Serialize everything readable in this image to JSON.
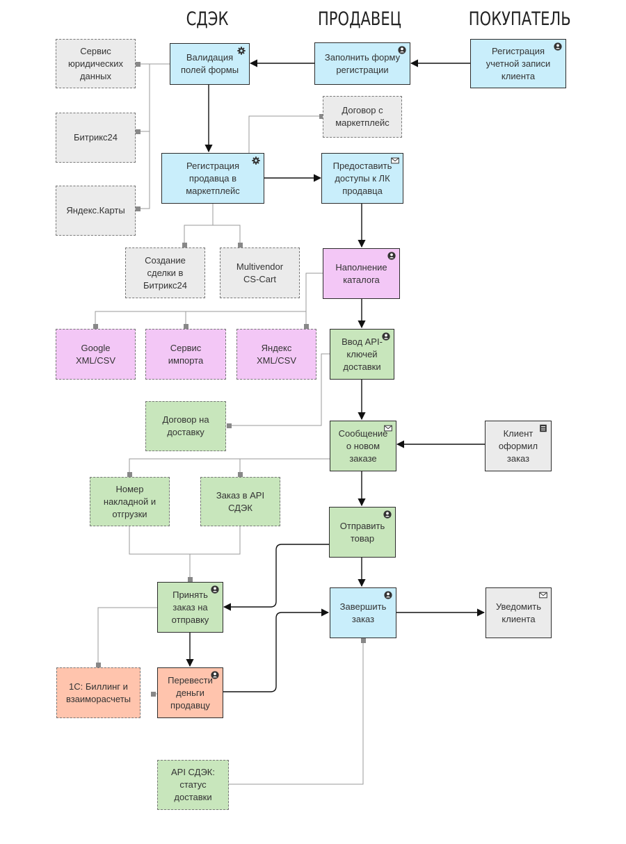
{
  "lanes": {
    "cdek": "СДЭК",
    "seller": "ПРОДАВЕЦ",
    "buyer": "ПОКУПАТЕЛЬ"
  },
  "nodes": {
    "n1": {
      "label": "Регистрация\nучетной записи\nклиента",
      "icon": "user-icon"
    },
    "n2": {
      "label": "Заполнить форму\nрегистрации",
      "icon": "user-icon"
    },
    "n3": {
      "label": "Валидация\nполей формы",
      "icon": "gear-icon"
    },
    "n4": {
      "label": "Сервис\nюридических\nданных"
    },
    "n5": {
      "label": "Битрикс24"
    },
    "n6": {
      "label": "Яндекс.Карты"
    },
    "n7": {
      "label": "Договор с\nмаркетплейс"
    },
    "n8": {
      "label": "Регистрация\nпродавца в\nмаркетплейс",
      "icon": "gear-icon"
    },
    "n9": {
      "label": "Предоставить\nдоступы к ЛК\nпродавца",
      "icon": "mail-icon"
    },
    "n10": {
      "label": "Создание\nсделки в\nБитрикс24"
    },
    "n11": {
      "label": "Multivendor\nCS-Cart"
    },
    "n12": {
      "label": "Наполнение\nкаталога",
      "icon": "user-icon"
    },
    "n13": {
      "label": "Google\nXML/CSV"
    },
    "n14": {
      "label": "Сервис\nимпорта"
    },
    "n15": {
      "label": "Яндекс\nXML/CSV"
    },
    "n16": {
      "label": "Ввод API-\nключей\nдоставки",
      "icon": "user-icon"
    },
    "n17": {
      "label": "Договор на\nдоставку"
    },
    "n18": {
      "label": "Сообщение\nо новом\nзаказе",
      "icon": "mail-icon"
    },
    "n19": {
      "label": "Клиент\nоформил\nзаказ",
      "icon": "document-icon"
    },
    "n20": {
      "label": "Номер\nнакладной и\nотгрузки"
    },
    "n21": {
      "label": "Заказ в API\nСДЭК"
    },
    "n22": {
      "label": "Отправить\nтовар",
      "icon": "user-icon"
    },
    "n23": {
      "label": "Принять\nзаказ на\nотправку",
      "icon": "user-icon"
    },
    "n24": {
      "label": "Завершить\nзаказ",
      "icon": "user-icon"
    },
    "n25": {
      "label": "Уведомить\nклиента",
      "icon": "mail-icon"
    },
    "n26": {
      "label": "1С: Биллинг и\nвзаиморасчеты"
    },
    "n27": {
      "label": "Перевести\nденьги\nпродавцу",
      "icon": "user-icon"
    },
    "n28": {
      "label": "API СДЭК:\nстатус\nдоставки"
    }
  },
  "colors": {
    "blue": "#c9eefb",
    "pink": "#f3c7f6",
    "green": "#c8e6bc",
    "gray": "#ebebeb",
    "salmon": "#ffc4ad",
    "arrow": "#111111",
    "connector": "#999999"
  }
}
